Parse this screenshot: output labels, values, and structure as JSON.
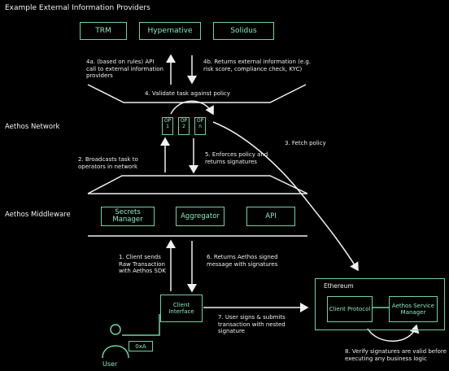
{
  "title": "Example External Information Providers",
  "sections": {
    "network": "Aethos Network",
    "middleware": "Aethos Middleware"
  },
  "providers": [
    "TRM",
    "Hypernative",
    "Solidus"
  ],
  "operators": [
    {
      "line1": "OP",
      "line2": "1"
    },
    {
      "line1": "OP",
      "line2": "2"
    },
    {
      "line1": "OP",
      "line2": "n"
    }
  ],
  "middleware_boxes": {
    "secrets": "Secrets Manager",
    "aggregator": "Aggregator",
    "api": "API"
  },
  "client_interface": "Client Interface",
  "ethereum": {
    "title": "Ethereum",
    "client_protocol": "Client Protocol",
    "service_manager": "Aethos Service Manager"
  },
  "user": {
    "label": "User",
    "address": "0xA"
  },
  "steps": {
    "s1": "1. Client sends Raw Transaction with Aethos SDK",
    "s2": "2. Broadcasts task to operators in network",
    "s3": "3. Fetch policy",
    "s4": "4. Validate task against policy",
    "s4a": "4a. (based on rules) API call to external information providers",
    "s4b": "4b. Returns external information (e.g. risk score, compliance check, KYC)",
    "s5": "5. Enforces policy and returns signatures",
    "s6": "6. Returns Aethos signed message with signatures",
    "s7": "7. User signs & submits transaction with nested signature",
    "s8": "8. Verify signatures are valid before executing any business logic"
  }
}
